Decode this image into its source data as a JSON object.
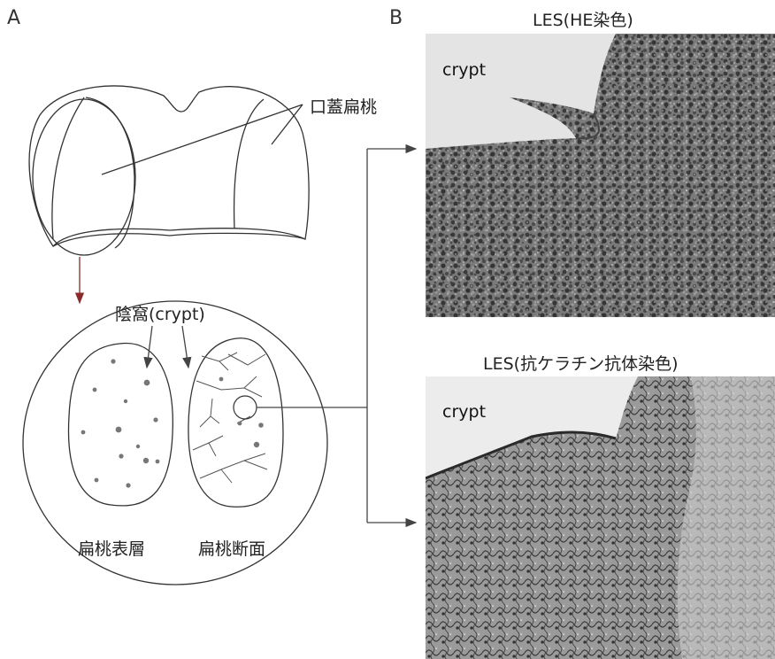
{
  "panel_a": {
    "letter": "A",
    "tonsil_label": "口蓋扁桃",
    "crypt_label": "陰窩(crypt)",
    "surface_label": "扁桃表層",
    "section_label": "扁桃断面"
  },
  "panel_b": {
    "letter": "B",
    "top_caption": "LES(HE染色)",
    "top_crypt_label": "crypt",
    "bottom_caption": "LES(抗ケラチン抗体染色)",
    "bottom_crypt_label": "crypt"
  }
}
